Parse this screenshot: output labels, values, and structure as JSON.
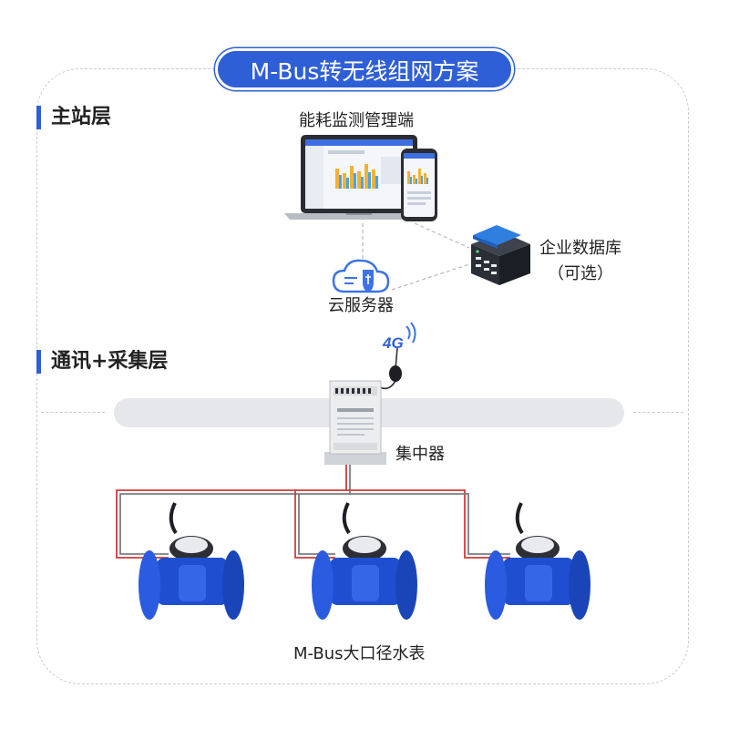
{
  "title": "M-Bus转无线组网方案",
  "layers": {
    "master": "主站层",
    "comm": "通讯+采集层"
  },
  "nodes": {
    "monitor": "能耗监测管理端",
    "database_line1": "企业数据库",
    "database_line2": "（可选）",
    "cloud": "云服务器",
    "signal": "4G",
    "concentrator": "集中器",
    "meters": "M-Bus大口径水表"
  },
  "colors": {
    "accent": "#2f5fd7",
    "meter_blue": "#1f4fd0",
    "wire_red": "#d23a3a",
    "band_gray": "#e6e7ea"
  }
}
